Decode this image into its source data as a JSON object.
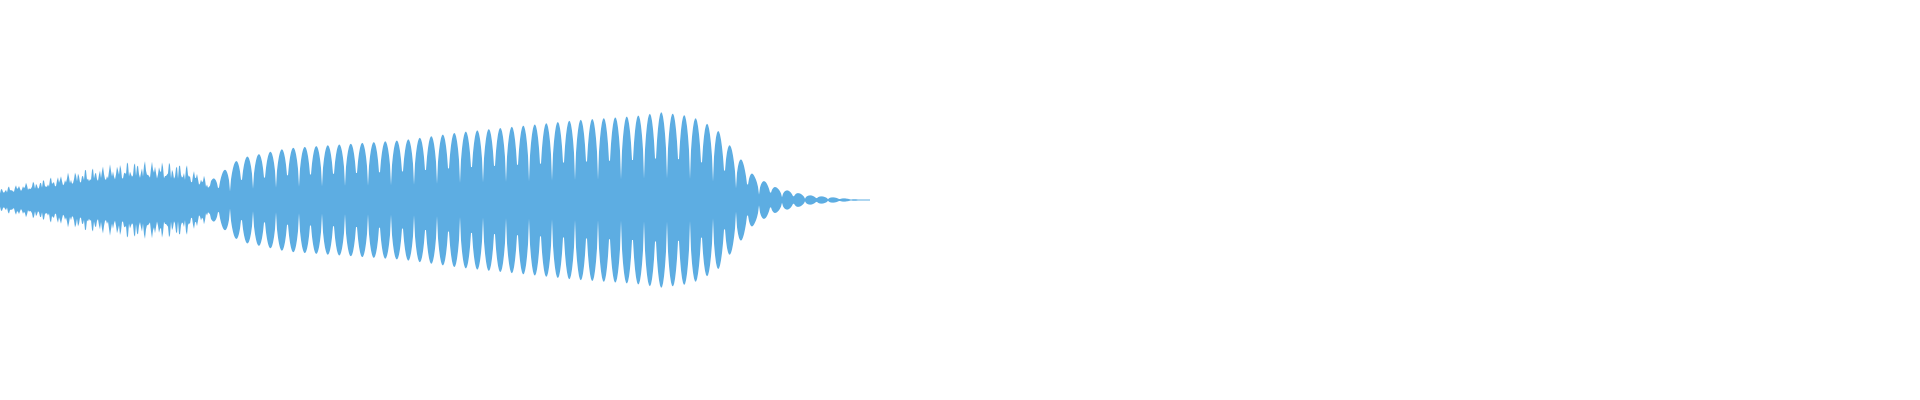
{
  "waveform": {
    "color": "#5dade2",
    "played_fraction": 0.45,
    "envelope": [
      {
        "t": 0.0,
        "amp": 0.06
      },
      {
        "t": 0.02,
        "amp": 0.1
      },
      {
        "t": 0.045,
        "amp": 0.16
      },
      {
        "t": 0.07,
        "amp": 0.2
      },
      {
        "t": 0.095,
        "amp": 0.19
      },
      {
        "t": 0.11,
        "amp": 0.1
      },
      {
        "t": 0.125,
        "amp": 0.21
      },
      {
        "t": 0.15,
        "amp": 0.26
      },
      {
        "t": 0.18,
        "amp": 0.28
      },
      {
        "t": 0.21,
        "amp": 0.3
      },
      {
        "t": 0.24,
        "amp": 0.34
      },
      {
        "t": 0.27,
        "amp": 0.37
      },
      {
        "t": 0.3,
        "amp": 0.4
      },
      {
        "t": 0.33,
        "amp": 0.42
      },
      {
        "t": 0.345,
        "amp": 0.44
      },
      {
        "t": 0.36,
        "amp": 0.42
      },
      {
        "t": 0.373,
        "amp": 0.36
      },
      {
        "t": 0.383,
        "amp": 0.24
      },
      {
        "t": 0.393,
        "amp": 0.12
      },
      {
        "t": 0.405,
        "amp": 0.06
      },
      {
        "t": 0.42,
        "amp": 0.025
      },
      {
        "t": 0.44,
        "amp": 0.008
      },
      {
        "t": 0.45,
        "amp": 0.0
      }
    ]
  }
}
